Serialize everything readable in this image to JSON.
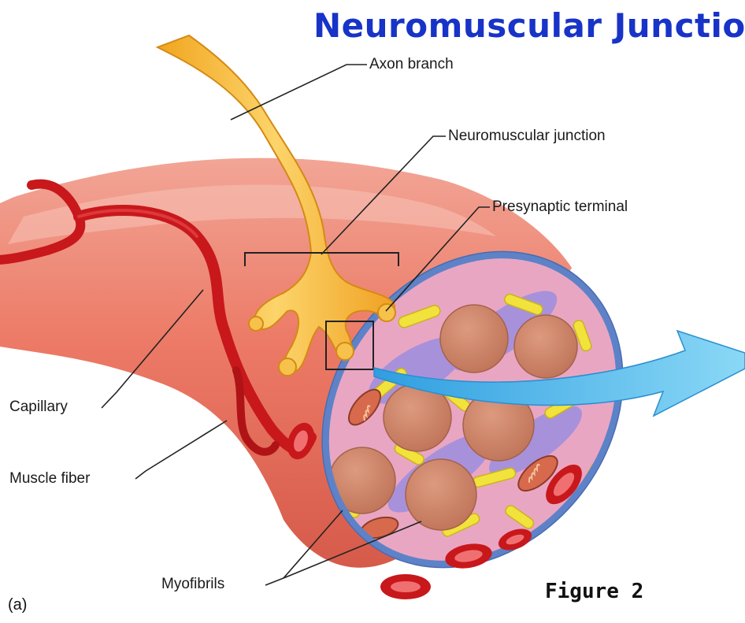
{
  "title": "Neuromuscular Junction",
  "labels": {
    "axon_branch": "Axon branch",
    "neuromuscular_junction": "Neuromuscular junction",
    "presynaptic_terminal": "Presynaptic terminal",
    "capillary": "Capillary",
    "muscle_fiber": "Muscle fiber",
    "myofibrils": "Myofibrils"
  },
  "figure_label": "Figure 2",
  "panel_label": "(a)",
  "colors": {
    "title": "#1733c8",
    "muscle": "#ec7a66",
    "axon": "#f7b733",
    "capillary": "#c8181c",
    "arrow": "#59c3ee",
    "myofibril": "#d18a6e",
    "sarcolemma": "#6d8fd0"
  }
}
